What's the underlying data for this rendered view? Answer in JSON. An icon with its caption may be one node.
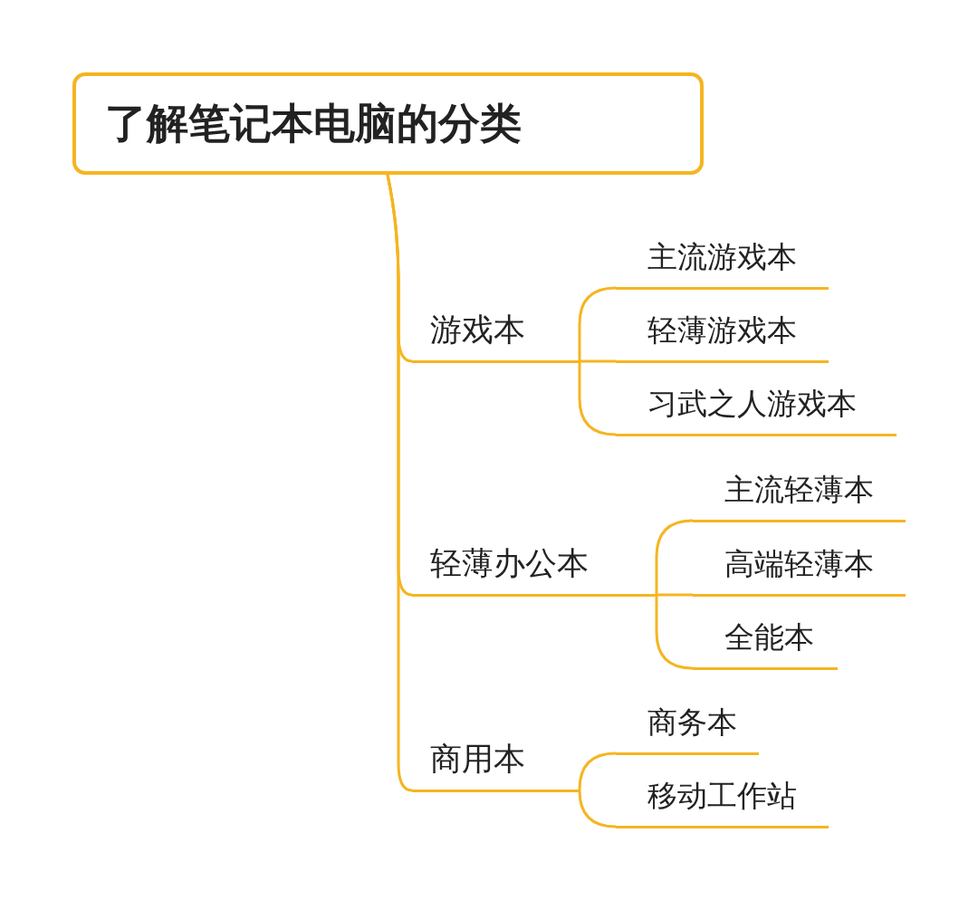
{
  "diagram": {
    "nodes": [
      {
        "text": [
          "了解笔记本电脑的分类"
        ]
      },
      {
        "text": [
          "游戏本"
        ]
      },
      {
        "text": [
          "主流游戏本"
        ]
      },
      {
        "text": [
          "轻薄游戏本"
        ]
      },
      {
        "text": [
          "习武之人游戏本"
        ]
      },
      {
        "text": [
          "轻薄办公本"
        ]
      },
      {
        "text": [
          "主流轻薄本"
        ]
      },
      {
        "text": [
          "高端轻薄本"
        ]
      },
      {
        "text": [
          "全能本"
        ]
      },
      {
        "text": [
          "商用本"
        ]
      },
      {
        "text": [
          "商务本"
        ]
      },
      {
        "text": [
          "移动工作站"
        ]
      }
    ],
    "edges": [
      {
        "from": 0,
        "to": 1,
        "arrow": "none"
      },
      {
        "from": 1,
        "to": 2,
        "arrow": "none"
      },
      {
        "from": 1,
        "to": 3,
        "arrow": "none"
      },
      {
        "from": 1,
        "to": 4,
        "arrow": "none"
      },
      {
        "from": 0,
        "to": 5,
        "arrow": "none"
      },
      {
        "from": 5,
        "to": 6,
        "arrow": "none"
      },
      {
        "from": 5,
        "to": 7,
        "arrow": "none"
      },
      {
        "from": 5,
        "to": 8,
        "arrow": "none"
      },
      {
        "from": 0,
        "to": 9,
        "arrow": "none"
      },
      {
        "from": 9,
        "to": 10,
        "arrow": "none"
      },
      {
        "from": 9,
        "to": 11,
        "arrow": "none"
      }
    ]
  }
}
